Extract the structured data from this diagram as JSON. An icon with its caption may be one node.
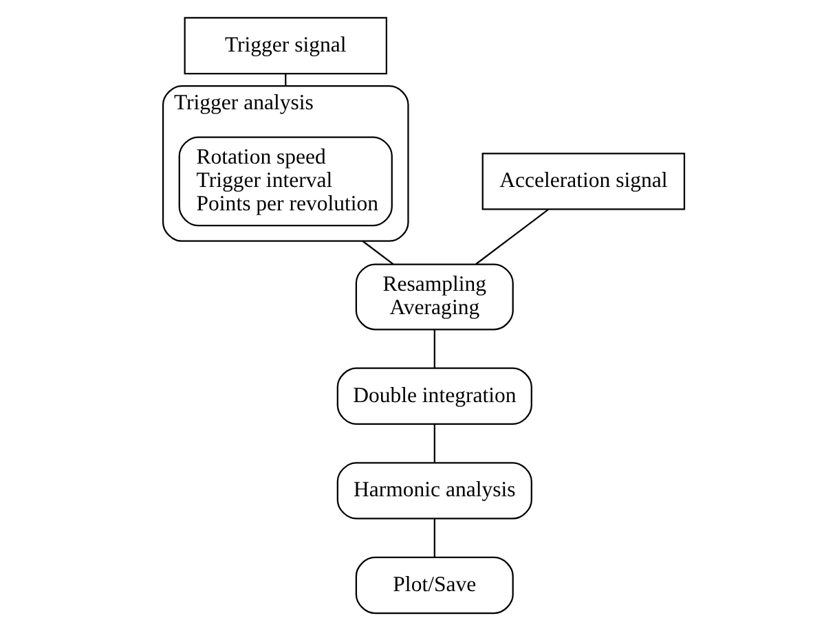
{
  "diagram": {
    "nodes": [
      {
        "text": [
          "Trigger signal"
        ]
      },
      {
        "text": [
          "Trigger analysis"
        ]
      },
      {
        "text": [
          "Rotation speed",
          "Trigger interval",
          "Points per revolution"
        ],
        "in": 1
      },
      {
        "text": [
          "Acceleration signal"
        ]
      },
      {
        "text": [
          "Resampling",
          "Averaging"
        ]
      },
      {
        "text": [
          "Double integration"
        ]
      },
      {
        "text": [
          "Harmonic analysis"
        ]
      },
      {
        "text": [
          "Plot/Save"
        ]
      }
    ],
    "edges": [
      {
        "from": 0,
        "to": 1,
        "arrow": "none"
      },
      {
        "from": 1,
        "to": 4,
        "arrow": "none"
      },
      {
        "from": 3,
        "to": 4,
        "arrow": "none"
      },
      {
        "from": 4,
        "to": 5,
        "arrow": "none"
      },
      {
        "from": 5,
        "to": 6,
        "arrow": "none"
      },
      {
        "from": 6,
        "to": 7,
        "arrow": "none"
      }
    ]
  }
}
